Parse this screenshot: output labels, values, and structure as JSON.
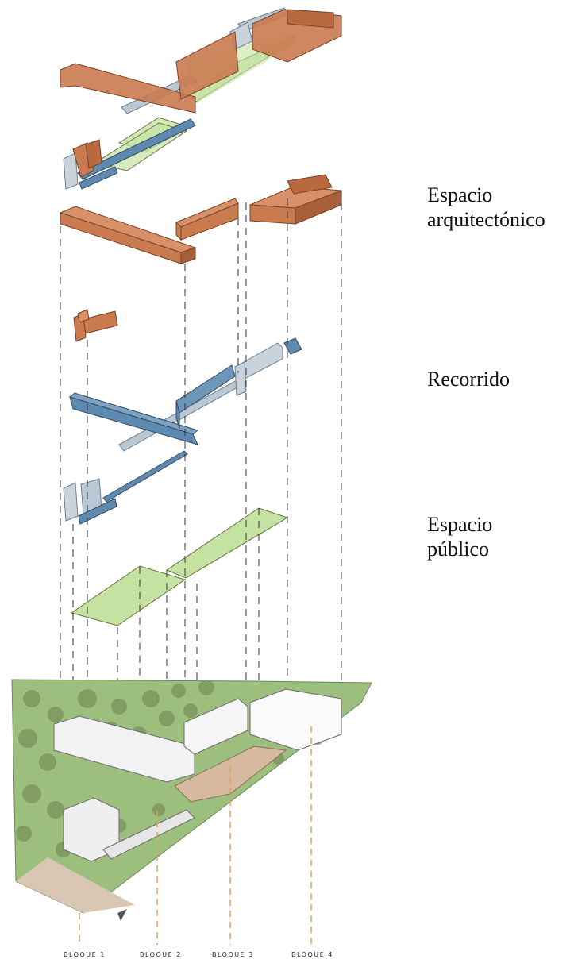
{
  "labels": {
    "architectural": [
      "Espacio",
      "arquitectónico"
    ],
    "route": "Recorrido",
    "public": [
      "Espacio",
      "público"
    ]
  },
  "bloques": [
    "BLOQUE 1",
    "BLOQUE 2",
    "BLOQUE 3",
    "BLOQUE 4"
  ],
  "colors": {
    "building": "#c97a4f",
    "building_stroke": "#7a4128",
    "route_dark": "#5f8ab0",
    "route_light": "#b9c8d4",
    "public_space": "#c4e3a3",
    "public_stroke": "#66703d",
    "site_green": "#9dbf7e",
    "guide_line": "#333333",
    "bloque_line": "#e0a050"
  }
}
